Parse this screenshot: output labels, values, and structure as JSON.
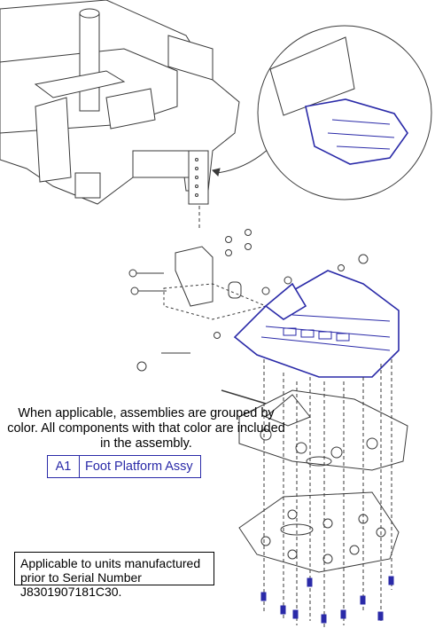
{
  "grouping_note": "When applicable, assemblies are grouped by color. All components with that color are included in the assembly.",
  "legend": {
    "code": "A1",
    "label": "Foot Platform Assy",
    "color": "#2a2aa8"
  },
  "applicability_note": "Applicable to units manufactured prior to Serial Number J8301907181C30.",
  "colors": {
    "line": "#3a3a3a",
    "highlight": "#2a2aa8"
  }
}
